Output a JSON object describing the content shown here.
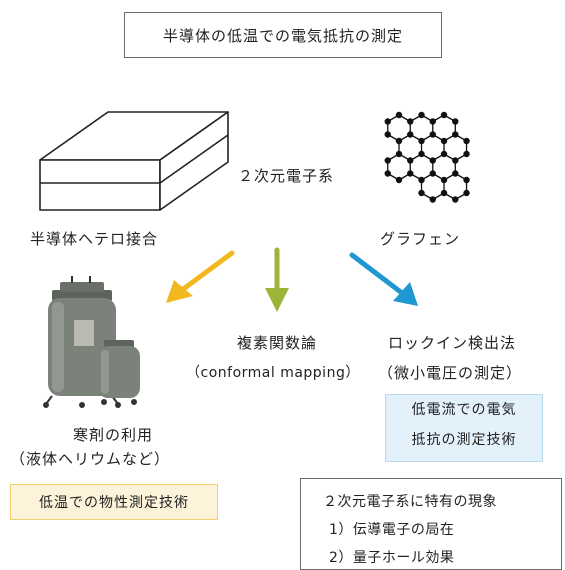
{
  "title": "半導体の低温での電気抵抗の測定",
  "two_d_system": "２次元電子系",
  "hetero_label": "半導体ヘテロ接合",
  "graphene_label": "グラフェン",
  "complex_function": "複素関数論",
  "conformal": "（conformal mapping）",
  "lockin_title": "ロックイン検出法",
  "lockin_sub": "（微小電圧の測定）",
  "low_current_line1": "低電流での電気",
  "low_current_line2": "抵抗の測定技術",
  "refrigerant_line1": "寒剤の利用",
  "refrigerant_line2": "（液体ヘリウムなど）",
  "low_temp_tech": "低温での物性測定技術",
  "phenomena": {
    "heading": "２次元電子系に特有の現象",
    "item1": "1）伝導電子の局在",
    "item2": "2）量子ホール効果"
  },
  "colors": {
    "arrow_left": "#f2b81f",
    "arrow_mid": "#9bb53a",
    "arrow_right": "#1f98d2",
    "cylinder": "#7b8279"
  }
}
